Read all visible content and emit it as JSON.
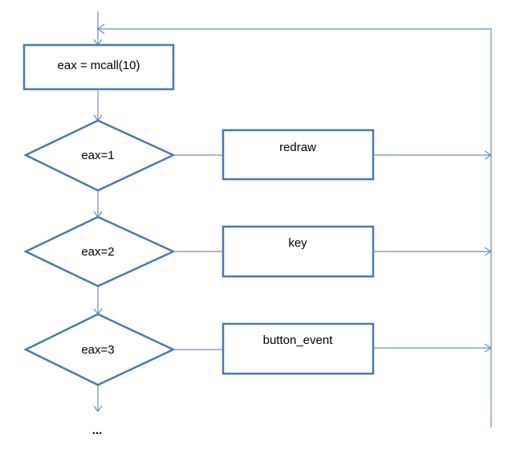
{
  "diagram": {
    "start": {
      "text": "eax = mcall(10)"
    },
    "conditions": [
      {
        "text": "eax=1",
        "action": "redraw"
      },
      {
        "text": "eax=2",
        "action": "key"
      },
      {
        "text": "eax=3",
        "action": "button_event"
      }
    ],
    "ellipsis": "..."
  },
  "colors": {
    "shape_stroke": "#4a78b4",
    "connector": "#6a8fc0"
  }
}
